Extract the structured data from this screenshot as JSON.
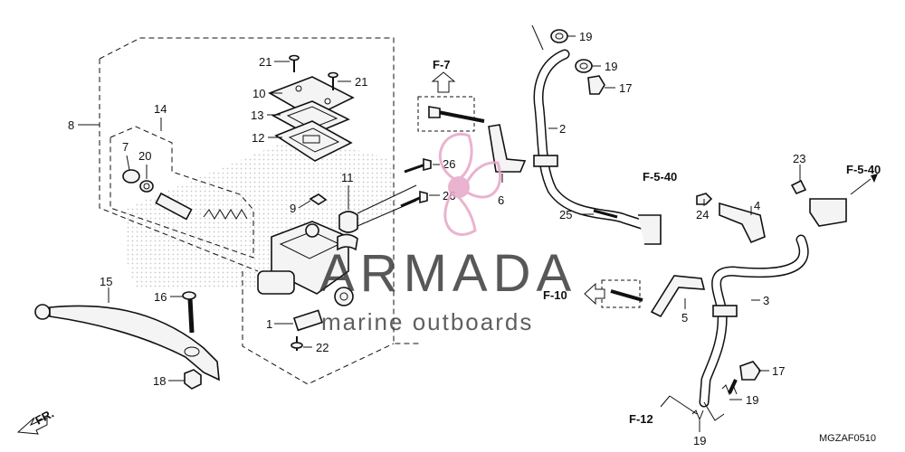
{
  "diagram_code": "MGZAF0510",
  "watermark": {
    "brand": "ARMADA",
    "tagline": "marine outboards"
  },
  "reference_labels": {
    "f7": "F-7",
    "f540_left": "F-5-40",
    "f540_right": "F-5-40",
    "f10": "F-10",
    "f12": "F-12",
    "front": "FR."
  },
  "callouts": {
    "c21a": "21",
    "c21b": "21",
    "c10": "10",
    "c13": "13",
    "c12": "12",
    "c8": "8",
    "c14": "14",
    "c7": "7",
    "c20": "20",
    "c11": "11",
    "c9": "9",
    "c26a": "26",
    "c26b": "26",
    "c6": "6",
    "c2": "2",
    "c19a": "19",
    "c19b": "19",
    "c17a": "17",
    "c23": "23",
    "c4": "4",
    "c24": "24",
    "c25": "25",
    "c3": "3",
    "c5": "5",
    "c17b": "17",
    "c19c": "19",
    "c19d": "19",
    "c15": "15",
    "c16": "16",
    "c1": "1",
    "c22": "22",
    "c18": "18"
  },
  "colors": {
    "line": "#111111",
    "watermark_logo": "#e7a6c7",
    "dots": "#cfcfcf"
  }
}
